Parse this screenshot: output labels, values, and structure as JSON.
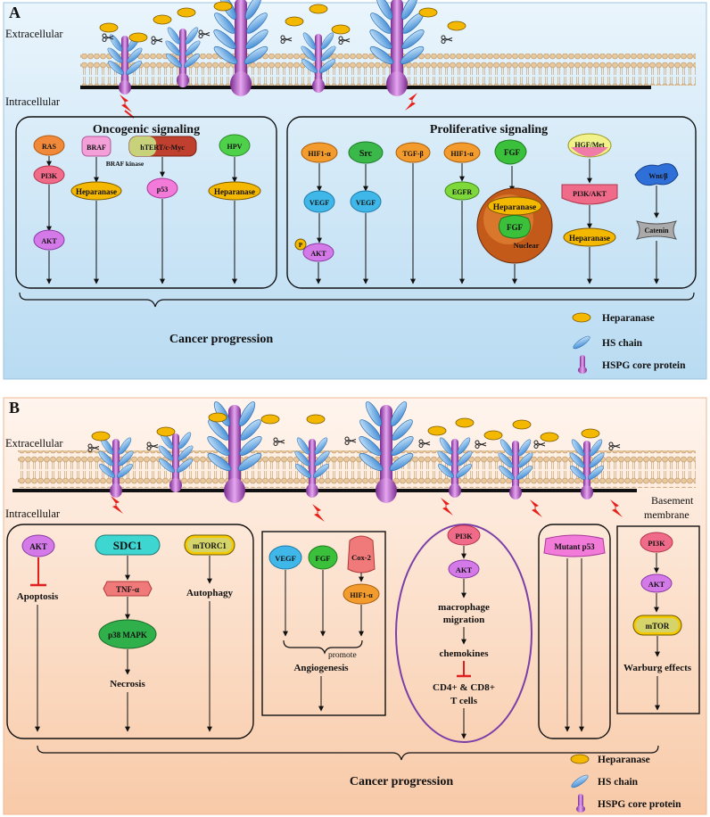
{
  "panel_a": {
    "letter": "A",
    "extracellular": "Extracellular",
    "intracellular": "Intracellular",
    "group1": {
      "title": "Oncogenic signaling",
      "ras": "RAS",
      "pi3k": "PI3K",
      "akt": "AKT",
      "braf": "BRAF",
      "braf_kinase": "BRAF kinase",
      "heparanase1": "Heparanase",
      "htert": "hTERT/c-Myc",
      "p53": "p53",
      "hpv": "HPV",
      "heparanase2": "Heparanase"
    },
    "group2": {
      "title": "Proliferative signaling",
      "hif1a": "HIF1-α",
      "vegf1": "VEGF",
      "p": "P",
      "akt": "AKT",
      "src": "Src",
      "vegf2": "VEGF",
      "tgfb": "TGF-β",
      "hif1a2": "HIF1-α",
      "egfr": "EGFR",
      "fgf": "FGF",
      "heparanase_n": "Heparanase",
      "fgf_n": "FGF",
      "nuclear": "Nuclear",
      "hgf": "HGF/Met",
      "pi3k_akt": "PI3K/AKT",
      "heparanase3": "Heparanase",
      "wnt": "Wnt/β",
      "catenin": "Catenin"
    },
    "progression": "Cancer progression",
    "legend": {
      "heparanase": "Heparanase",
      "hs_chain": "HS chain",
      "hspg": "HSPG core protein"
    }
  },
  "panel_b": {
    "letter": "B",
    "extracellular": "Extracellular",
    "intracellular": "Intracellular",
    "basement": "Basement",
    "membrane": "membrane",
    "box1": {
      "akt": "AKT",
      "apoptosis": "Apoptosis",
      "sdc1": "SDC1",
      "tnfa": "TNF-α",
      "p38": "p38 MAPK",
      "necrosis": "Necrosis",
      "mtorc1": "mTORC1",
      "autophagy": "Autophagy"
    },
    "box2": {
      "vegf": "VEGF",
      "fgf": "FGF",
      "cox2": "Cox-2",
      "hif1a": "HIF1-α",
      "promote": "promote",
      "angiogenesis": "Angiogenesis"
    },
    "oval": {
      "pi3k": "PI3K",
      "akt": "AKT",
      "macrophage": "macrophage",
      "migration": "migration",
      "chemokines": "chemokines",
      "tcells1": "CD4+ & CD8+",
      "tcells2": "T cells"
    },
    "box4": {
      "mutant_p53": "Mutant p53"
    },
    "box5": {
      "pi3k": "PI3K",
      "akt": "AKT",
      "mtor": "mTOR",
      "warburg": "Warburg effects"
    },
    "progression": "Cancer progression",
    "legend": {
      "heparanase": "Heparanase",
      "hs_chain": "HS chain",
      "hspg": "HSPG core protein"
    }
  },
  "colors": {
    "panel_a_bg": "#c7e3f5",
    "panel_b_bg": "#fbd8c2",
    "heparanase": "#f5b800",
    "hs_chain": "#5aa8e6",
    "hspg_core": "#b25cc9",
    "inhibit": "#e0201e",
    "oval": "#7b3fa8"
  }
}
